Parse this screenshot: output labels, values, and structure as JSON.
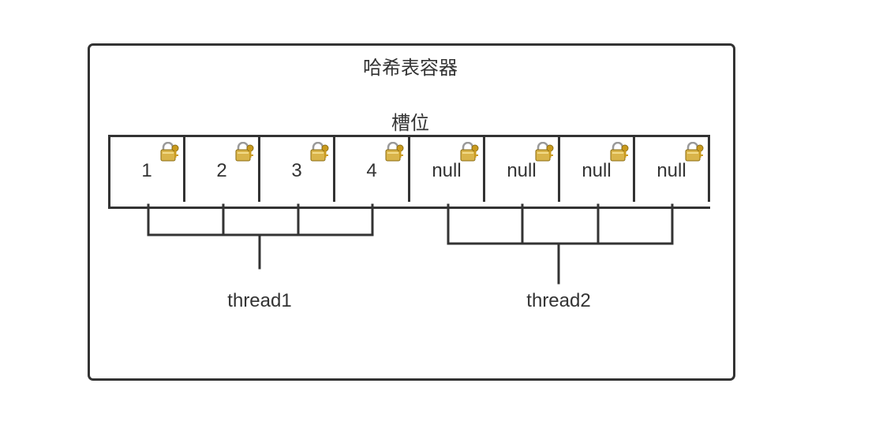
{
  "container": {
    "title": "哈希表容器"
  },
  "slots": {
    "title": "槽位",
    "items": [
      {
        "value": "1",
        "locked": true
      },
      {
        "value": "2",
        "locked": true
      },
      {
        "value": "3",
        "locked": true
      },
      {
        "value": "4",
        "locked": true
      },
      {
        "value": "null",
        "locked": true
      },
      {
        "value": "null",
        "locked": true
      },
      {
        "value": "null",
        "locked": true
      },
      {
        "value": "null",
        "locked": true
      }
    ]
  },
  "threads": [
    {
      "label": "thread1",
      "slots": [
        0,
        1,
        2,
        3
      ]
    },
    {
      "label": "thread2",
      "slots": [
        4,
        5,
        6,
        7
      ]
    }
  ],
  "colors": {
    "stroke": "#333333",
    "lock_body": "#d9b44a",
    "lock_shackle": "#9a9a9a",
    "key": "#c99a1e"
  }
}
